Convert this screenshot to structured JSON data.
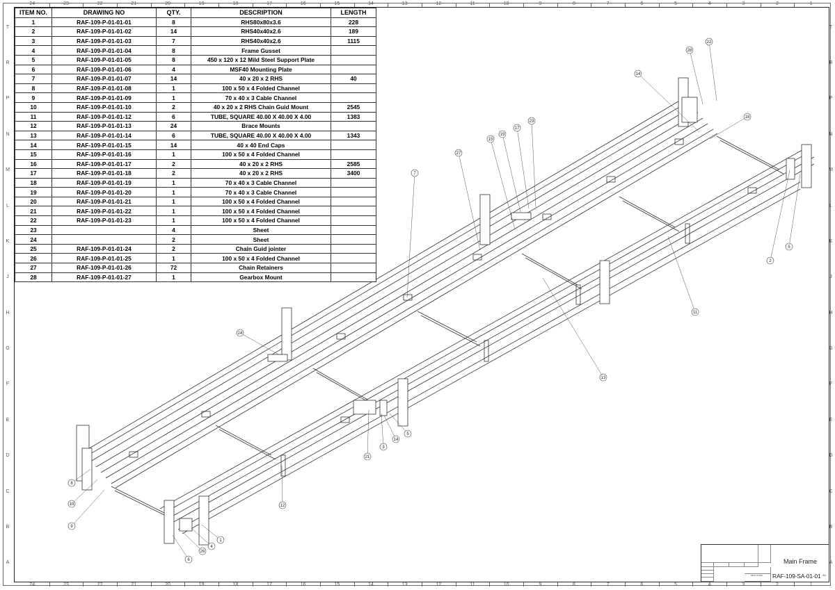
{
  "zones": {
    "columns": [
      "24",
      "23",
      "22",
      "21",
      "20",
      "19",
      "18",
      "17",
      "16",
      "15",
      "14",
      "13",
      "12",
      "11",
      "10",
      "9",
      "8",
      "7",
      "6",
      "5",
      "4",
      "3",
      "2",
      "1"
    ],
    "rows": [
      "T",
      "R",
      "P",
      "N",
      "M",
      "L",
      "K",
      "J",
      "H",
      "G",
      "F",
      "E",
      "D",
      "C",
      "B",
      "A"
    ]
  },
  "bom": {
    "headers": {
      "item": "ITEM NO.",
      "drawing": "DRAWING NO",
      "qty": "QTY.",
      "description": "DESCRIPTION",
      "length": "LENGTH"
    },
    "rows": [
      {
        "item": "1",
        "drawing": "RAF-109-P-01-01-01",
        "qty": "8",
        "description": "RHS80x80x3.6",
        "length": "228"
      },
      {
        "item": "2",
        "drawing": "RAF-109-P-01-01-02",
        "qty": "14",
        "description": "RHS40x40x2.6",
        "length": "189"
      },
      {
        "item": "3",
        "drawing": "RAF-109-P-01-01-03",
        "qty": "7",
        "description": "RHS40x40x2.6",
        "length": "1115"
      },
      {
        "item": "4",
        "drawing": "RAF-109-P-01-01-04",
        "qty": "8",
        "description": "Frame Gusset",
        "length": ""
      },
      {
        "item": "5",
        "drawing": "RAF-109-P-01-01-05",
        "qty": "8",
        "description": "450 x 120 x 12 Mild Steel Support Plate",
        "length": ""
      },
      {
        "item": "6",
        "drawing": "RAF-109-P-01-01-06",
        "qty": "4",
        "description": "MSF40 Mounting Plate",
        "length": ""
      },
      {
        "item": "7",
        "drawing": "RAF-109-P-01-01-07",
        "qty": "14",
        "description": "40 x 20 x 2 RHS",
        "length": "40"
      },
      {
        "item": "8",
        "drawing": "RAF-109-P-01-01-08",
        "qty": "1",
        "description": "100 x 50 x 4 Folded Channel",
        "length": ""
      },
      {
        "item": "9",
        "drawing": "RAF-109-P-01-01-09",
        "qty": "1",
        "description": "70 x 40 x 3 Cable Channel",
        "length": ""
      },
      {
        "item": "10",
        "drawing": "RAF-109-P-01-01-10",
        "qty": "2",
        "description": "40 x 20 x 2 RHS Chain Guid Mount",
        "length": "2545"
      },
      {
        "item": "11",
        "drawing": "RAF-109-P-01-01-12",
        "qty": "6",
        "description": "TUBE, SQUARE 40.00 X 40.00 X 4.00",
        "length": "1383"
      },
      {
        "item": "12",
        "drawing": "RAF-109-P-01-01-13",
        "qty": "24",
        "description": "Brace Mounts",
        "length": ""
      },
      {
        "item": "13",
        "drawing": "RAF-109-P-01-01-14",
        "qty": "6",
        "description": "TUBE, SQUARE 40.00 X 40.00 X 4.00",
        "length": "1343"
      },
      {
        "item": "14",
        "drawing": "RAF-109-P-01-01-15",
        "qty": "14",
        "description": "40 x 40 End Caps",
        "length": ""
      },
      {
        "item": "15",
        "drawing": "RAF-109-P-01-01-16",
        "qty": "1",
        "description": "100 x 50 x 4 Folded Channel",
        "length": ""
      },
      {
        "item": "16",
        "drawing": "RAF-109-P-01-01-17",
        "qty": "2",
        "description": "40 x 20 x 2 RHS",
        "length": "2585"
      },
      {
        "item": "17",
        "drawing": "RAF-109-P-01-01-18",
        "qty": "2",
        "description": "40 x 20 x 2 RHS",
        "length": "3400"
      },
      {
        "item": "18",
        "drawing": "RAF-109-P-01-01-19",
        "qty": "1",
        "description": "70 x 40 x 3 Cable Channel",
        "length": ""
      },
      {
        "item": "19",
        "drawing": "RAF-109-P-01-01-20",
        "qty": "1",
        "description": "70 x 40 x 3 Cable Channel",
        "length": ""
      },
      {
        "item": "20",
        "drawing": "RAF-109-P-01-01-21",
        "qty": "1",
        "description": "100 x 50 x 4 Folded Channel",
        "length": ""
      },
      {
        "item": "21",
        "drawing": "RAF-109-P-01-01-22",
        "qty": "1",
        "description": "100 x 50 x 4 Folded Channel",
        "length": ""
      },
      {
        "item": "22",
        "drawing": "RAF-109-P-01-01-23",
        "qty": "1",
        "description": "100 x 50 x 4 Folded Channel",
        "length": ""
      },
      {
        "item": "23",
        "drawing": "",
        "qty": "4",
        "description": "Sheet",
        "length": ""
      },
      {
        "item": "24",
        "drawing": "",
        "qty": "2",
        "description": "Sheet",
        "length": ""
      },
      {
        "item": "25",
        "drawing": "RAF-109-P-01-01-24",
        "qty": "2",
        "description": "Chain Guid jointer",
        "length": ""
      },
      {
        "item": "26",
        "drawing": "RAF-109-P-01-01-25",
        "qty": "1",
        "description": "100 x 50 x 4 Folded Channel",
        "length": ""
      },
      {
        "item": "27",
        "drawing": "RAF-109-P-01-01-26",
        "qty": "72",
        "description": "Chain Retainers",
        "length": ""
      },
      {
        "item": "28",
        "drawing": "RAF-109-P-01-01-27",
        "qty": "1",
        "description": "Gearbox Mount",
        "length": ""
      }
    ]
  },
  "balloons": [
    {
      "label": "28"
    },
    {
      "label": "22"
    },
    {
      "label": "14"
    },
    {
      "label": "18"
    },
    {
      "label": "19"
    },
    {
      "label": "17"
    },
    {
      "label": "23"
    },
    {
      "label": "15"
    },
    {
      "label": "27"
    },
    {
      "label": "7"
    },
    {
      "label": "2"
    },
    {
      "label": "5"
    },
    {
      "label": "11"
    },
    {
      "label": "13"
    },
    {
      "label": "24"
    },
    {
      "label": "5"
    },
    {
      "label": "14"
    },
    {
      "label": "3"
    },
    {
      "label": "21"
    },
    {
      "label": "12"
    },
    {
      "label": "8"
    },
    {
      "label": "10"
    },
    {
      "label": "9"
    },
    {
      "label": "1"
    },
    {
      "label": "4"
    },
    {
      "label": "26"
    },
    {
      "label": "6"
    }
  ],
  "title_block": {
    "title": "Main Frame",
    "drawing_number": "RAF-109-SA-01-01",
    "revision": "A0",
    "material": "MILD STEEL"
  }
}
